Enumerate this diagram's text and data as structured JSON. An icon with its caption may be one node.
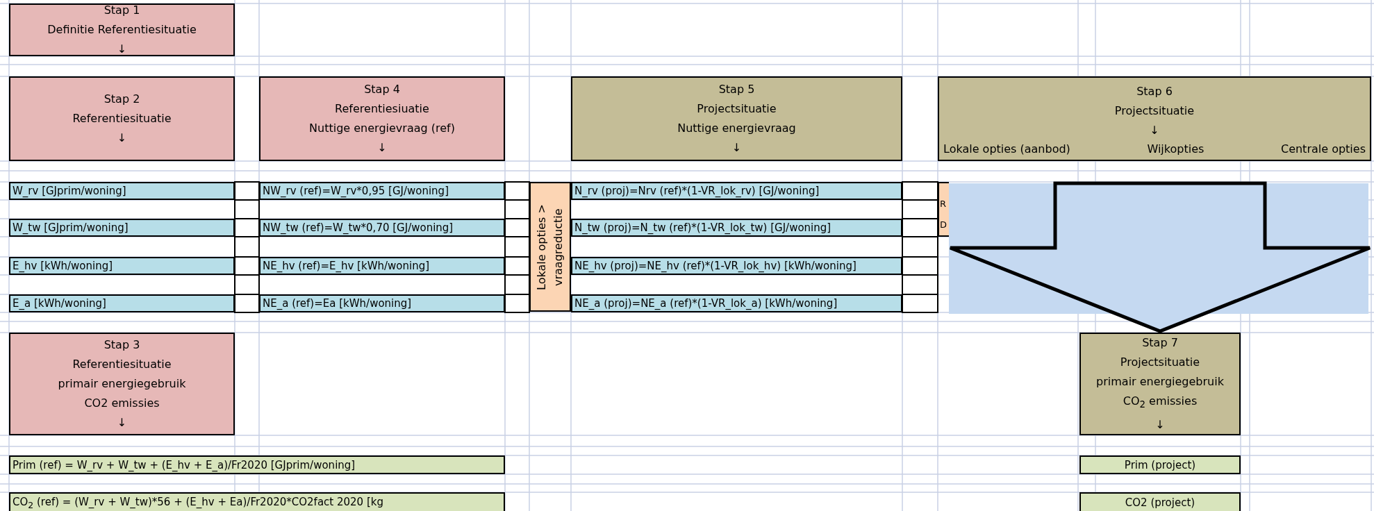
{
  "diagram": {
    "nodes": [
      {
        "text": [
          "Stap 1",
          "Definitie Referentiesituatie",
          "↓"
        ]
      },
      {
        "text": [
          "Stap 2",
          "Referentiesituatie",
          "↓"
        ]
      },
      {
        "text": [
          "Stap 4",
          "Referentiesiuatie",
          "Nuttige energievraag (ref)",
          "↓"
        ]
      },
      {
        "text": [
          "Stap 5",
          "Projectsituatie",
          "Nuttige energievraag",
          "↓"
        ]
      },
      {
        "text": [
          "Stap 6",
          "Projectsituatie",
          "↓",
          "Lokale opties (aanbod)",
          "Wijkopties",
          "Centrale opties"
        ]
      },
      {
        "text": [
          "W_rv [GJprim/woning]"
        ]
      },
      {
        "text": [
          "NW_rv (ref)=W_rv*0,95 [GJ/woning]"
        ]
      },
      {
        "text": [
          "Lokale opties > vraagreductie"
        ]
      },
      {
        "text": [
          "N_rv (proj)=Nrv (ref)*(1-VR_lok_rv) [GJ/woning]"
        ]
      },
      {
        "text": [
          "R",
          "D"
        ]
      },
      {
        "text": [
          "W_tw [GJprim/woning]"
        ]
      },
      {
        "text": [
          "NW_tw (ref)=W_tw*0,70 [GJ/woning]"
        ]
      },
      {
        "text": [
          "N_tw (proj)=N_tw (ref)*(1-VR_lok_tw) [GJ/woning]"
        ]
      },
      {
        "text": [
          "E_hv [kWh/woning]"
        ]
      },
      {
        "text": [
          "NE_hv (ref)=E_hv [kWh/woning]"
        ]
      },
      {
        "text": [
          "NE_hv (proj)=NE_hv (ref)*(1-VR_lok_hv) [kWh/woning]"
        ]
      },
      {
        "text": [
          "E_a [kWh/woning]"
        ]
      },
      {
        "text": [
          "NE_a (ref)=Ea [kWh/woning]"
        ]
      },
      {
        "text": [
          "NE_a (proj)=NE_a (ref)*(1-VR_lok_a) [kWh/woning]"
        ]
      },
      {
        "text": [
          "Stap 3",
          "Referentiesituatie",
          "primair energiegebruik",
          "CO2 emissies",
          "↓"
        ]
      },
      {
        "text": [
          "Stap 7",
          "Projectsituatie",
          "primair energiegebruik",
          "CO$_{2}$ emissies",
          "↓"
        ]
      },
      {
        "text": [
          "Prim (ref) = W_rv + W_tw + (E_hv + E_a)/Fr2020 [GJprim/woning]"
        ]
      },
      {
        "text": [
          "Prim (project)"
        ]
      },
      {
        "text": [
          "CO$_{2}$ (ref) = (W_rv + W_tw)*56 + (E_hv + Ea)/Fr2020*CO2fact 2020 [kg"
        ]
      },
      {
        "text": [
          "CO2 (project)"
        ]
      }
    ],
    "edges": [
      {
        "from": null,
        "to": 20,
        "arrow": "to",
        "style": "thick"
      }
    ]
  }
}
